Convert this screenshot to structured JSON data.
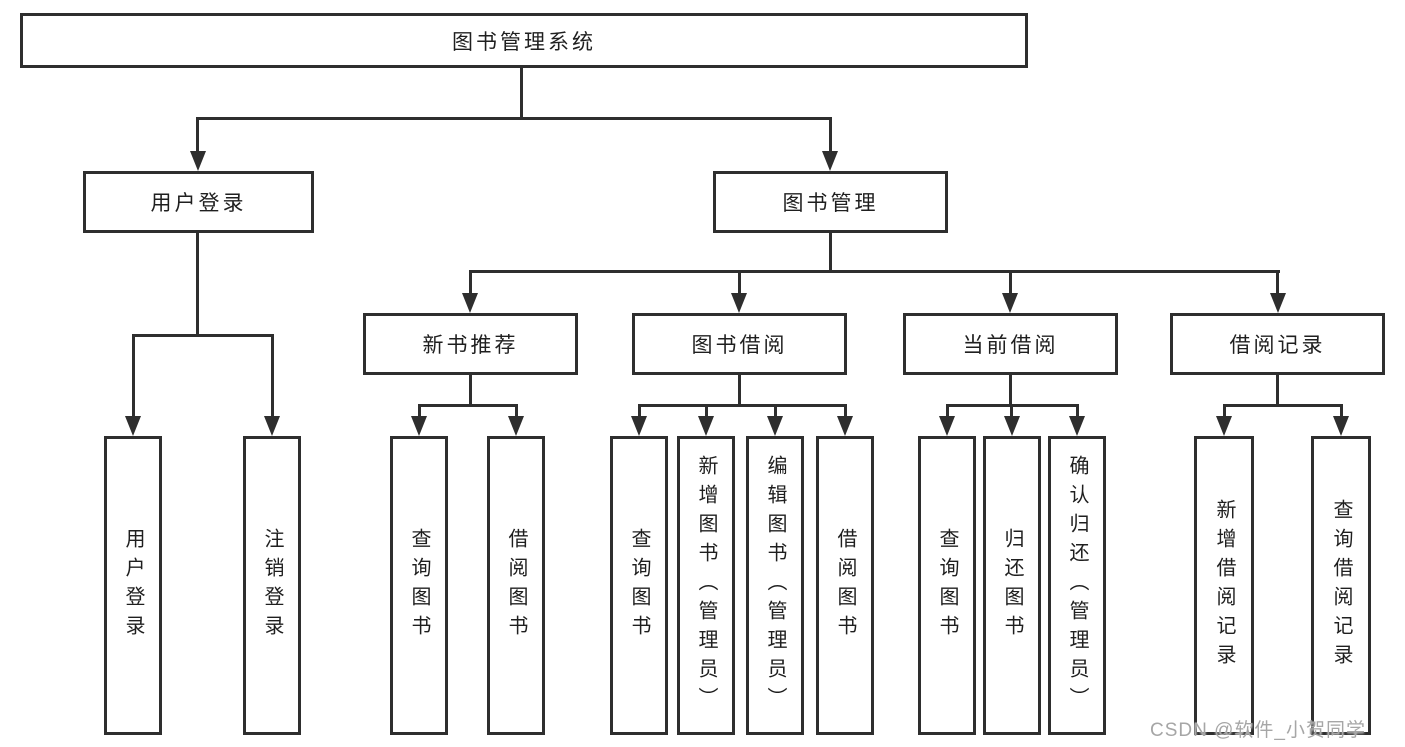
{
  "tree": {
    "root": {
      "label": "图书管理系统"
    },
    "branches": [
      {
        "label": "用户登录",
        "leaves": [
          {
            "label": "用户登录"
          },
          {
            "label": "注销登录"
          }
        ]
      },
      {
        "label": "图书管理",
        "groups": [
          {
            "label": "新书推荐",
            "leaves": [
              {
                "label": "查询图书"
              },
              {
                "label": "借阅图书"
              }
            ]
          },
          {
            "label": "图书借阅",
            "leaves": [
              {
                "label": "查询图书"
              },
              {
                "label": "新增图书（管理员）"
              },
              {
                "label": "编辑图书（管理员）"
              },
              {
                "label": "借阅图书"
              }
            ]
          },
          {
            "label": "当前借阅",
            "leaves": [
              {
                "label": "查询图书"
              },
              {
                "label": "归还图书"
              },
              {
                "label": "确认归还（管理员）"
              }
            ]
          },
          {
            "label": "借阅记录",
            "leaves": [
              {
                "label": "新增借阅记录"
              },
              {
                "label": "查询借阅记录"
              }
            ]
          }
        ]
      }
    ]
  },
  "watermark": {
    "text": "CSDN @软件_小贺同学"
  },
  "colors": {
    "line": "#2e2e2e",
    "text": "#1f1f1f",
    "watermark": "#a6a6a6",
    "background": "#ffffff"
  }
}
